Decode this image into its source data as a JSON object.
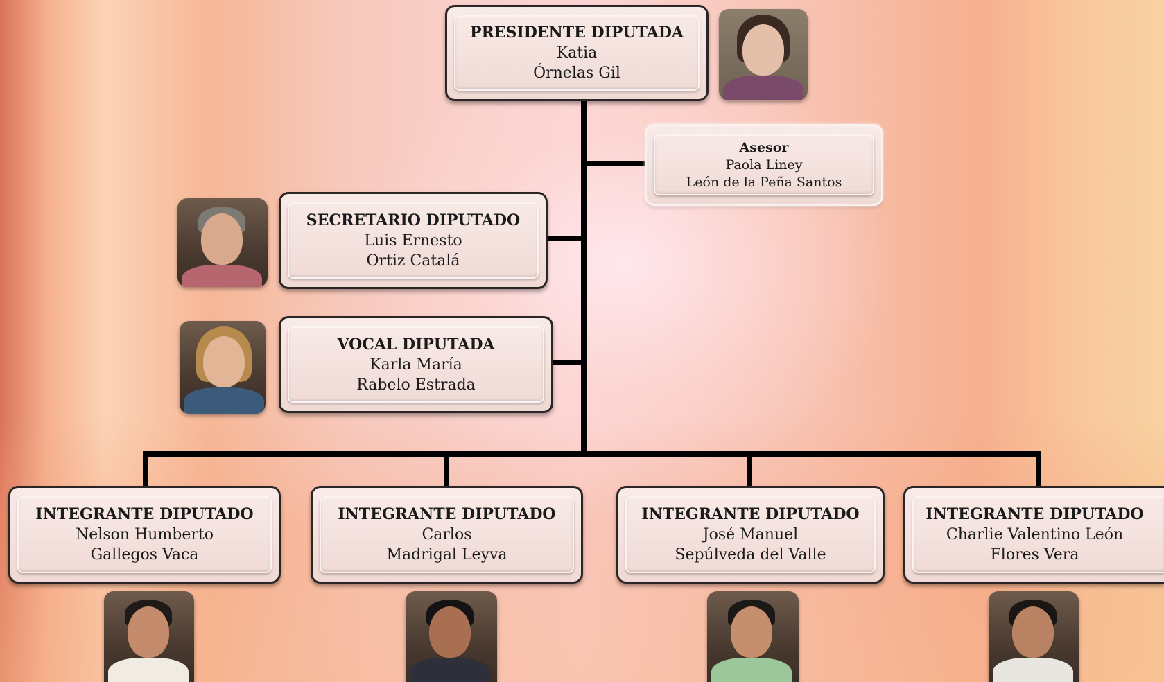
{
  "presidente": {
    "role": "PRESIDENTE DIPUTADA",
    "line1": "Katia",
    "line2": "Órnelas Gil"
  },
  "asesor": {
    "role": "Asesor",
    "line1": "Paola Liney",
    "line2": "León de la Peña Santos"
  },
  "secretario": {
    "role": "SECRETARIO DIPUTADO",
    "line1": "Luis Ernesto",
    "line2": "Ortiz Catalá"
  },
  "vocal": {
    "role": "VOCAL DIPUTADA",
    "line1": "Karla María",
    "line2": "Rabelo Estrada"
  },
  "integrantes": [
    {
      "role": "INTEGRANTE DIPUTADO",
      "line1": "Nelson Humberto",
      "line2": "Gallegos Vaca"
    },
    {
      "role": "INTEGRANTE DIPUTADO",
      "line1": "Carlos",
      "line2": "Madrigal Leyva"
    },
    {
      "role": "INTEGRANTE DIPUTADO",
      "line1": "José Manuel",
      "line2": "Sepúlveda del Valle"
    },
    {
      "role": "INTEGRANTE DIPUTADO",
      "line1": "Charlie Valentino León",
      "line2": "Flores Vera"
    }
  ]
}
